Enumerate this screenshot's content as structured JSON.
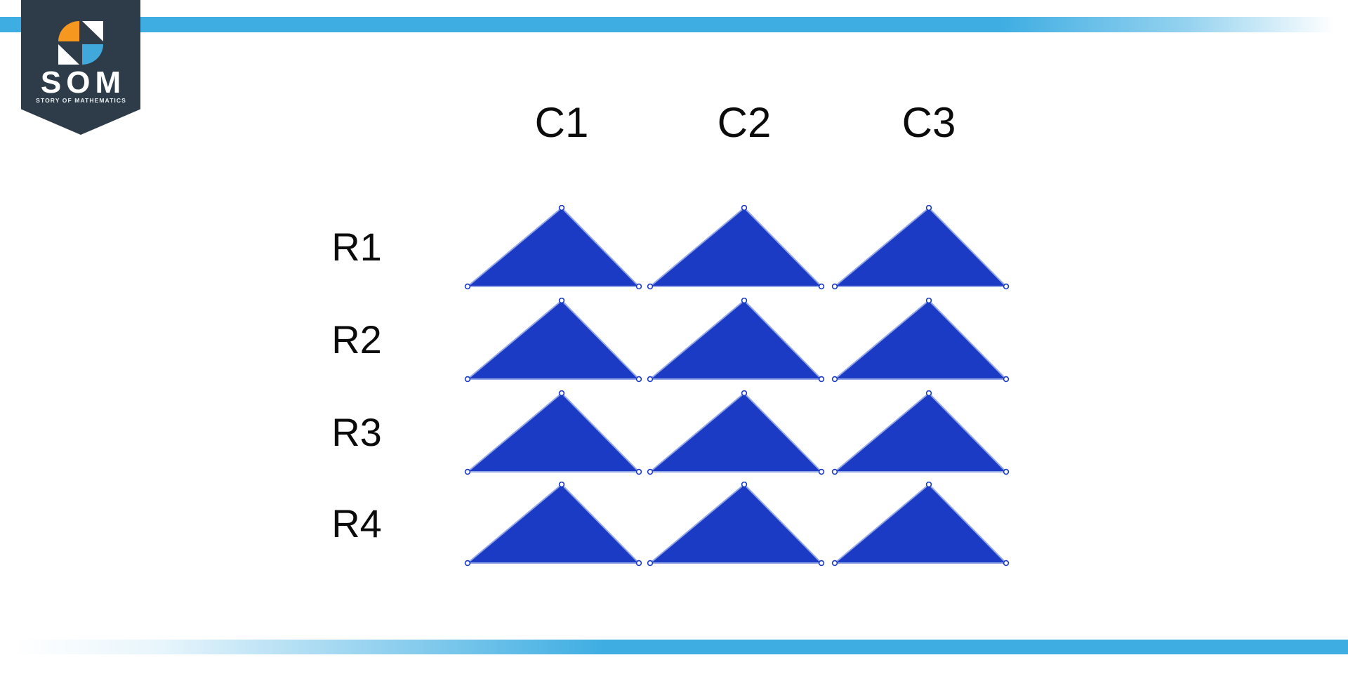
{
  "branding": {
    "logo_acronym": "SOM",
    "logo_tagline": "STORY OF MATHEMATICS",
    "badge_color": "#2d3c48",
    "pinwheel_orange": "#f6981f",
    "pinwheel_sky_blue": "#41a8dc"
  },
  "accent_bars": {
    "color": "#3dade2"
  },
  "figure": {
    "type": "array-grid",
    "shape": "triangle",
    "shape_fill": "#1b3bc5",
    "shape_edge": "#93a6e6",
    "vertex_dot_fill": "#ffffff",
    "column_labels": [
      "C1",
      "C2",
      "C3"
    ],
    "row_labels": [
      "R1",
      "R2",
      "R3",
      "R4"
    ],
    "rows": 4,
    "columns": 3,
    "total_shapes": 12
  }
}
